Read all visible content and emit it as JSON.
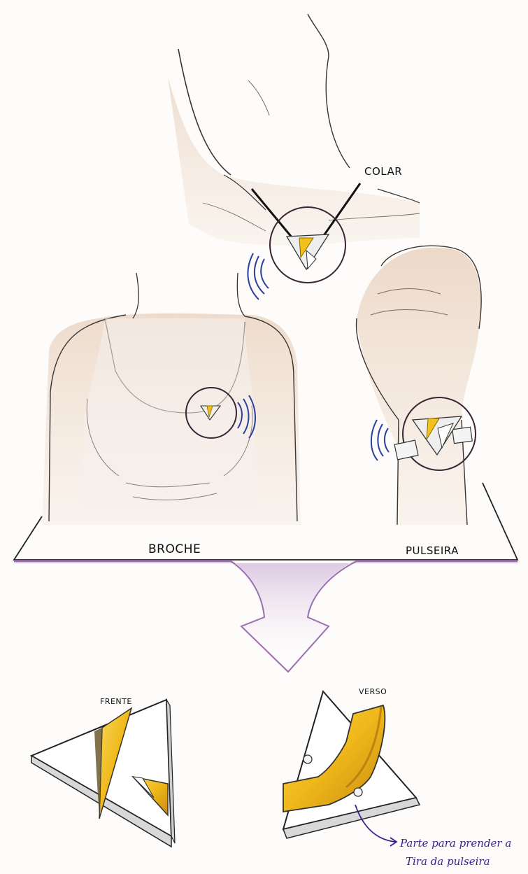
{
  "labels": {
    "necklace": "COLAR",
    "brooch": "BROCHE",
    "bracelet": "PULSEIRA",
    "front": "FRENTE",
    "back": "VERSO"
  },
  "annotation": {
    "line1": "Parte para prender a",
    "line2": "Tira da pulseira"
  },
  "colors": {
    "pencil": "#3a3330",
    "skin": "#d9b79c",
    "skin_shadow": "#b88d70",
    "gold": "#f2c21a",
    "gold_dark": "#c9890c",
    "wave_blue": "#2a3f9e",
    "arrow_purple": "#9a6fb0",
    "note_purple": "#3b1f8f"
  }
}
